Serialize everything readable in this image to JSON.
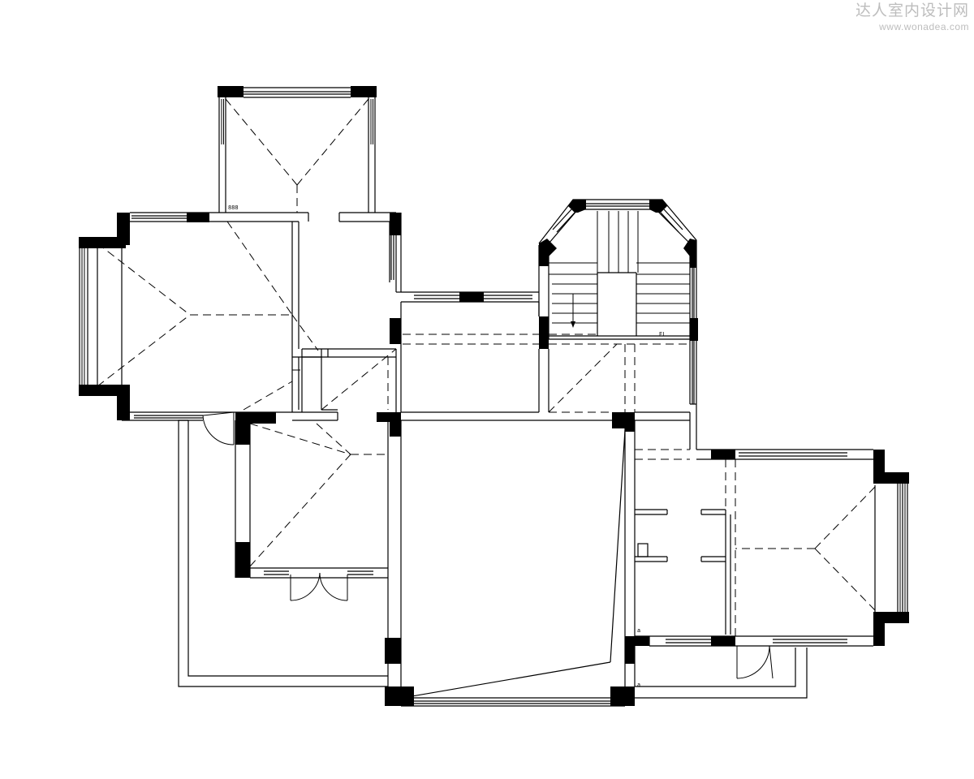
{
  "watermark": {
    "title": "达人室内设计网",
    "url": "www.wonadea.com"
  },
  "labels": {
    "stair_mark": "FL",
    "small_mark_a": "888",
    "small_mark_b": "a",
    "small_mark_c": "a"
  },
  "colors": {
    "line": "#000000",
    "background": "#ffffff",
    "watermark": "#bdbdbd"
  }
}
